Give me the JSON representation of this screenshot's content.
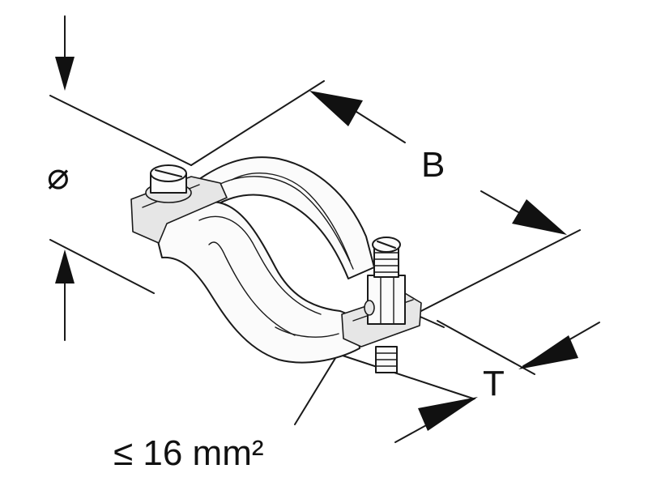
{
  "figure": {
    "labels": {
      "diameter": "⌀",
      "width": "B",
      "thickness": "T",
      "cross_section": "≤ 16 mm²"
    }
  }
}
